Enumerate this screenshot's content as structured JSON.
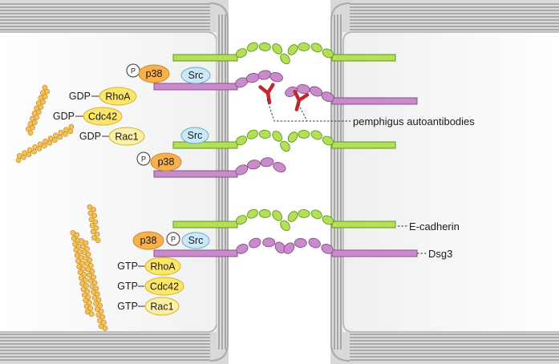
{
  "labels": {
    "autoantibodies": "pemphigus autoantibodies",
    "ecadherin": "E-cadherin",
    "dsg3": "Dsg3"
  },
  "top": {
    "p38": "p38",
    "p": "P",
    "src": "Src",
    "gtpases": [
      {
        "nucleotide": "GDP",
        "name": "RhoA"
      },
      {
        "nucleotide": "GDP",
        "name": "Cdc42"
      },
      {
        "nucleotide": "GDP",
        "name": "Rac1"
      }
    ]
  },
  "middle": {
    "src": "Src",
    "p": "P",
    "p38": "p38"
  },
  "bottom": {
    "p38": "p38",
    "p": "P",
    "src": "Src",
    "gtpases": [
      {
        "nucleotide": "GTP",
        "name": "RhoA"
      },
      {
        "nucleotide": "GTP",
        "name": "Cdc42"
      },
      {
        "nucleotide": "GTP",
        "name": "Rac1"
      }
    ]
  },
  "colors": {
    "membrane_fill": "#d2d2d2",
    "membrane_stripe": "#a9a9a9",
    "ecadherin_fill": "#b5df56",
    "ecadherin_stroke": "#5b9a19",
    "dsg3_fill": "#c88cca",
    "dsg3_stroke": "#8a4b8d",
    "antibody": "#c1272d",
    "p38_fill": "#f6b04d",
    "src_fill": "#c9e8f8",
    "gtpase_fill": "#fce76a",
    "actin_fill": "#f3c25d"
  }
}
